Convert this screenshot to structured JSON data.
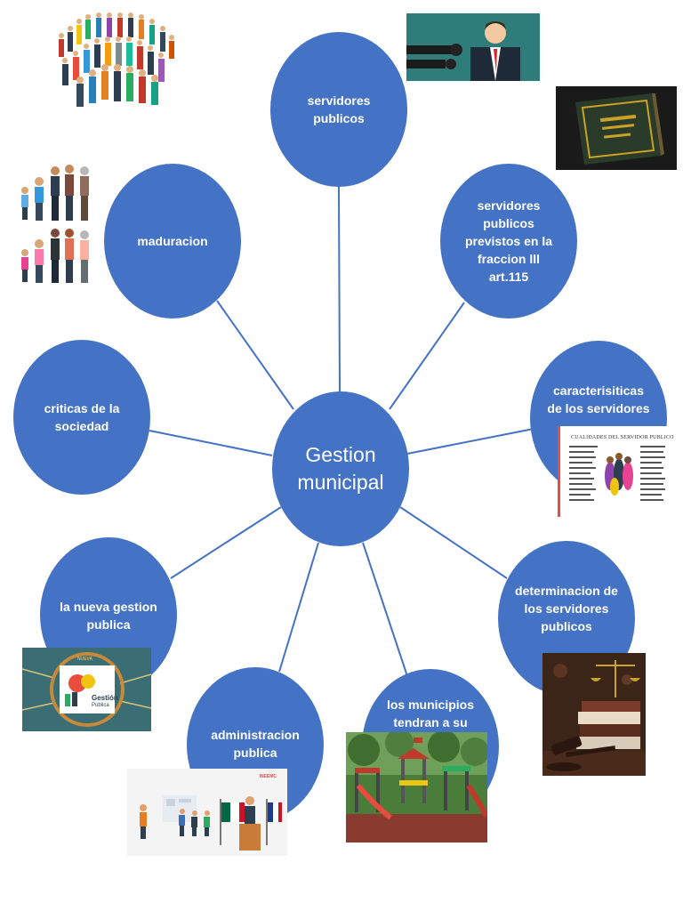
{
  "center": {
    "label": "Gestion municipal"
  },
  "nodes": {
    "servidores": "servidores publicos",
    "fraccion": "servidores publicos previstos en la fraccion lll art.115",
    "caracteristicas": "caracterisiticas de los servidores",
    "determinacion": "determinacion de los servidores publicos",
    "municipios": "los municipios tendran a su",
    "administracion": "administracion publica",
    "nueva_gestion": "la nueva gestion publica",
    "criticas": "criticas de la sociedad",
    "maduracion": "maduracion"
  },
  "images": {
    "qualities_title": "CUALIDADES DEL SERVIDOR PUBLICO",
    "nueva_logo_top": "NUEVA",
    "nueva_logo_main": "Gestión",
    "nueva_logo_sub": "Pública",
    "admin_logo": "INEEMC"
  },
  "colors": {
    "node": "#4472c4",
    "line": "#4472c4",
    "background": "#ffffff"
  }
}
